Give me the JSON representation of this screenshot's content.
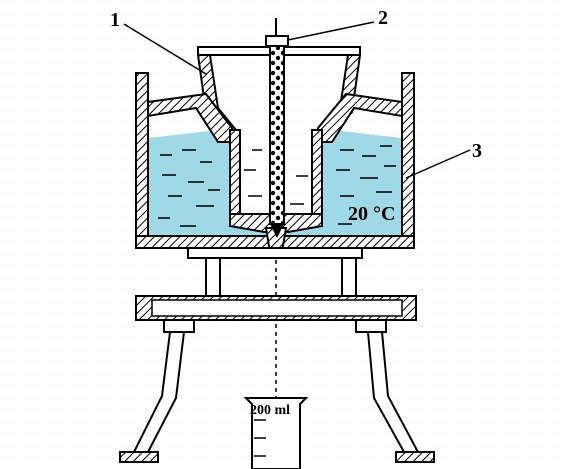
{
  "labels": {
    "part_1": "1",
    "part_2": "2",
    "part_3": "3",
    "temperature": "20 °C",
    "cylinder_volume": "200 ml"
  },
  "colors": {
    "water": "#9fd8e6",
    "ink": "#000000",
    "background": "#ffffff"
  }
}
